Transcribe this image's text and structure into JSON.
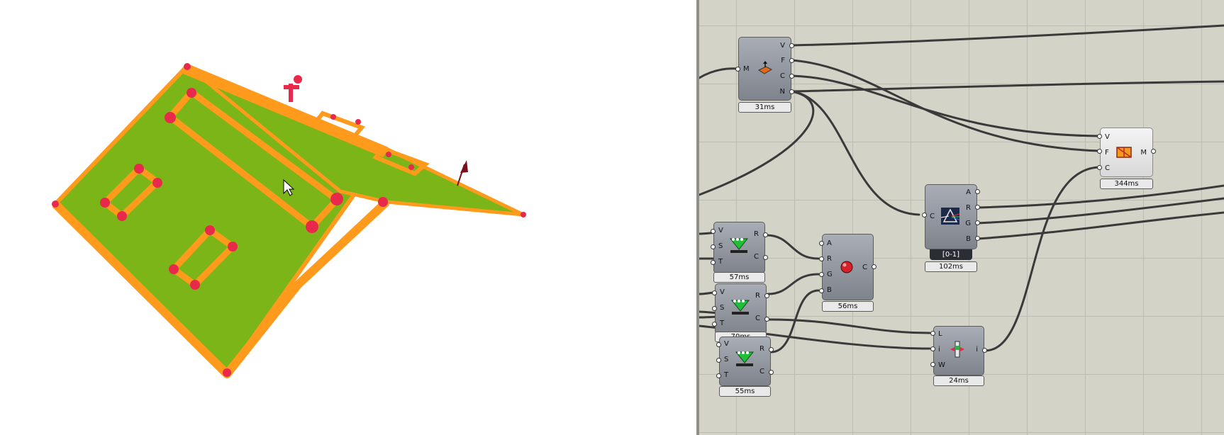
{
  "components": {
    "mesh_explode": {
      "inputs": [
        "M"
      ],
      "outputs": [
        "V",
        "F",
        "C",
        "N"
      ],
      "timing": "31ms"
    },
    "mesh_color": {
      "inputs": [
        "V",
        "F",
        "C"
      ],
      "outputs": [
        "M"
      ],
      "timing": "344ms"
    },
    "split_argb": {
      "inputs": [
        "C"
      ],
      "outputs": [
        "A",
        "R",
        "G",
        "B"
      ],
      "range_badge": "[0-1]",
      "timing": "102ms"
    },
    "gradient_1": {
      "inputs": [
        "V",
        "S",
        "T"
      ],
      "outputs": [
        "R",
        "C"
      ],
      "timing": "57ms"
    },
    "gradient_2": {
      "inputs": [
        "V",
        "S",
        "T"
      ],
      "outputs": [
        "R",
        "C"
      ],
      "timing": "70ms"
    },
    "gradient_3": {
      "inputs": [
        "V",
        "S",
        "T"
      ],
      "outputs": [
        "R",
        "C"
      ],
      "timing": "55ms"
    },
    "colour_rgb": {
      "inputs": [
        "A",
        "R",
        "G",
        "B"
      ],
      "outputs": [
        "C"
      ],
      "timing": "56ms"
    },
    "list_item": {
      "inputs": [
        "L",
        "i",
        "W"
      ],
      "outputs": [
        "i"
      ],
      "timing": "24ms"
    }
  },
  "colors": {
    "roof_face": "#7cb518",
    "roof_edge": "#ff9a1c",
    "vertex": "#e8294b",
    "canvas_bg": "#d4d3c8",
    "wire": "#3a3a3a"
  }
}
